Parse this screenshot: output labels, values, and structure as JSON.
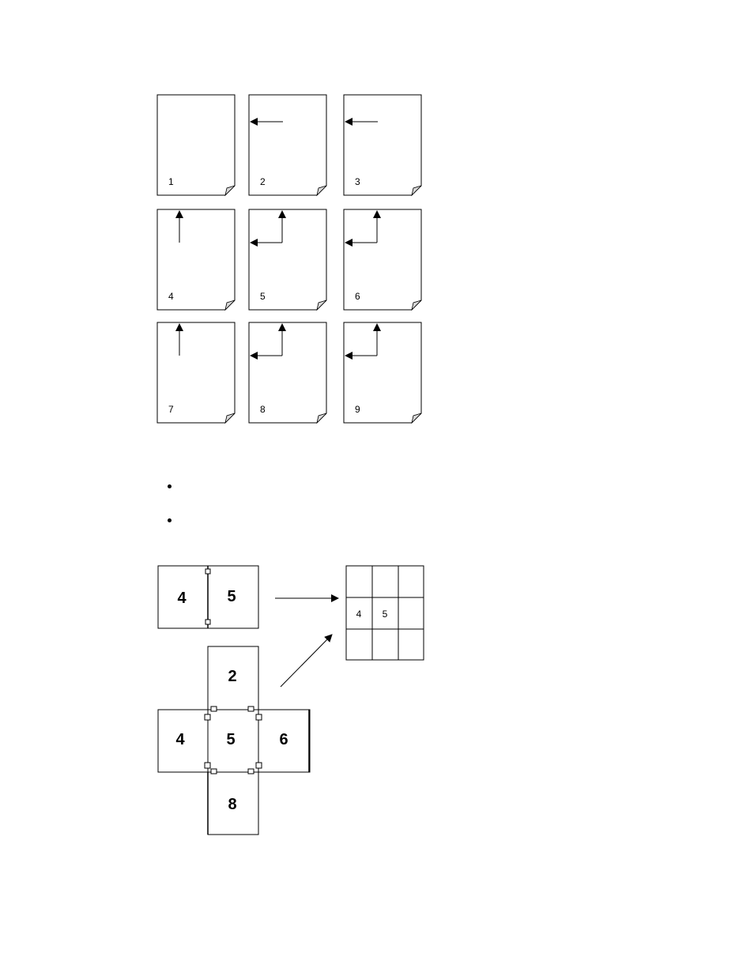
{
  "page_grid": {
    "pages": [
      {
        "number": "1",
        "arrow": "none"
      },
      {
        "number": "2",
        "arrow": "left"
      },
      {
        "number": "3",
        "arrow": "left"
      },
      {
        "number": "4",
        "arrow": "up"
      },
      {
        "number": "5",
        "arrow": "up-left"
      },
      {
        "number": "6",
        "arrow": "up-left"
      },
      {
        "number": "7",
        "arrow": "up"
      },
      {
        "number": "8",
        "arrow": "up-left"
      },
      {
        "number": "9",
        "arrow": "up-left"
      }
    ]
  },
  "bullets": [
    "",
    ""
  ],
  "pair_diagram": {
    "left_label": "4",
    "right_label": "5"
  },
  "result_grid": {
    "cells": [
      "",
      "",
      "",
      "4",
      "5",
      "",
      "",
      "",
      ""
    ]
  },
  "cross_diagram": {
    "top": "2",
    "left": "4",
    "center": "5",
    "right": "6",
    "bottom": "8"
  }
}
